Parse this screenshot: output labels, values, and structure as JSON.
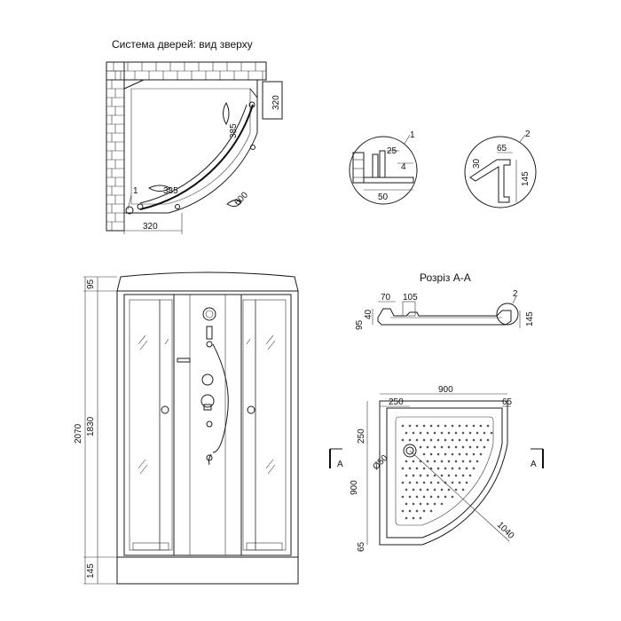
{
  "titles": {
    "door_system": "Система дверей: вид зверху",
    "section": "Розріз А-А"
  },
  "top_view": {
    "dim_320_right": "320",
    "dim_385_arc": "385",
    "dim_385_bottom": "385",
    "dim_600": "600",
    "dim_320_bottom": "320",
    "callout_1": "1"
  },
  "detail_1": {
    "callout": "1",
    "dim_25": "25",
    "dim_4": "4",
    "dim_50": "50"
  },
  "detail_2": {
    "callout": "2",
    "dim_65": "65",
    "dim_30": "30",
    "dim_145": "145"
  },
  "front_view": {
    "dim_95": "95",
    "dim_2070": "2070",
    "dim_1830": "1830",
    "dim_145": "145"
  },
  "section_view": {
    "dim_70": "70",
    "dim_105": "105",
    "callout_2": "2",
    "dim_40": "40",
    "dim_95": "95",
    "dim_145": "145"
  },
  "tray_plan": {
    "dim_900_top": "900",
    "dim_250_top": "250",
    "dim_65_top": "65",
    "dim_250_left": "250",
    "dim_50_drain": "Ø50",
    "dim_900_left": "900",
    "dim_65_left": "65",
    "dim_1040": "1040",
    "section_mark_left": "A",
    "section_mark_right": "A"
  }
}
